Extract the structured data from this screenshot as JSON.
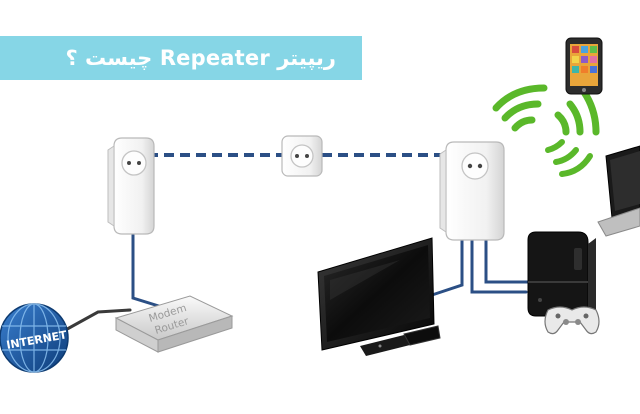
{
  "title": "ریپیتر Repeater چیست ؟",
  "labels": {
    "internet": "INTERNET",
    "modem_line1": "Modem",
    "modem_line2": "Router"
  },
  "colors": {
    "banner": "#86d6e6",
    "cable_blue": "#2b4f85",
    "wifi_green": "#5ab82a",
    "globe_blue": "#1f5aa0"
  },
  "icons": [
    "internet-globe",
    "modem-router",
    "powerline-adapter",
    "wall-socket",
    "tv",
    "game-console",
    "gamepad",
    "smartphone",
    "laptop",
    "wifi-signal"
  ]
}
